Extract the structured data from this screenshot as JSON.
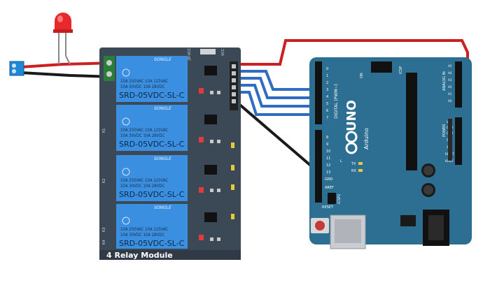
{
  "relay_module": {
    "title": "4 Relay Module",
    "header_labels": [
      "JD-VCC",
      "VCC"
    ],
    "relays": [
      {
        "brand": "SONGLE",
        "rating_line1": "10A 250VAC  10A 125VAC",
        "rating_line2": "10A  30VDC  10A  28VDC",
        "model": "SRD-05VDC-SL-C"
      },
      {
        "brand": "SONGLE",
        "rating_line1": "10A 250VAC  10A 125VAC",
        "rating_line2": "10A  30VDC  10A  28VDC",
        "model": "SRD-05VDC-SL-C"
      },
      {
        "brand": "SONGLE",
        "rating_line1": "10A 250VAC  10A 125VAC",
        "rating_line2": "10A  30VDC  10A  28VDC",
        "model": "SRD-05VDC-SL-C"
      },
      {
        "brand": "SONGLE",
        "rating_line1": "10A 250VAC  10A 125VAC",
        "rating_line2": "10A  30VDC  10A  28VDC",
        "model": "SRD-05VDC-SL-C"
      }
    ],
    "channel_labels": [
      "K1",
      "K2",
      "K3",
      "K4"
    ]
  },
  "arduino": {
    "brand": "Arduino",
    "model": "UNO",
    "digital_label": "DIGITAL (PWM~)",
    "icsp_top": "ICSP",
    "icsp_side": "ICSP2",
    "reset_label": "RESET",
    "aref": "AREF",
    "gnd": "GND",
    "tx": "TX",
    "rx": "RX",
    "on": "ON",
    "led_l": "L",
    "analog_label": "ANALOG IN",
    "power_label": "POWER",
    "digital_pins": [
      "0",
      "1",
      "2",
      "3",
      "4",
      "5",
      "6",
      "7",
      "8",
      "9",
      "10",
      "11",
      "12",
      "13"
    ],
    "analog_pins": [
      "A5",
      "A4",
      "A3",
      "A2",
      "A1",
      "A0"
    ],
    "power_pins": [
      "VIN",
      "GND",
      "GND",
      "5V",
      "3V3",
      "RESET",
      "IOREF"
    ]
  },
  "colors": {
    "relay_board": "#3b4856",
    "relay_body": "#3b8fe0",
    "arduino_board": "#2c6f92",
    "wire_red": "#cc1f1f",
    "wire_black": "#222222",
    "wire_blue": "#2f6cc2",
    "led_red": "#e8292b"
  }
}
